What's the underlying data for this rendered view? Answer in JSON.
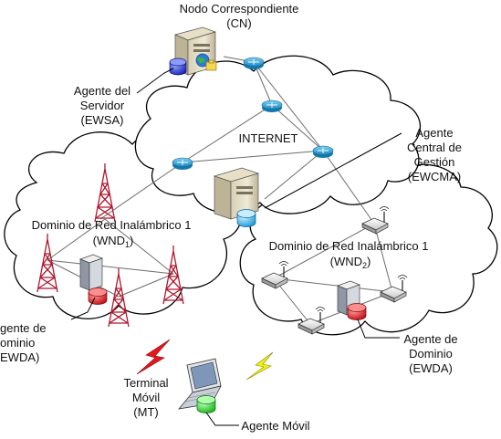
{
  "clouds": {
    "internet_label": "INTERNET"
  },
  "correspondent_node": {
    "title": "Nodo Correspondiente",
    "abbr": "(CN)"
  },
  "server_agent": {
    "line1": "Agente del",
    "line2": "Servidor",
    "line3": "(EWSA)"
  },
  "central_agent": {
    "line1": "Agente",
    "line2": "Central de",
    "line3": "Gestión",
    "line4": "(EWCMA)"
  },
  "domain1": {
    "title": "Dominio de Red Inalámbrico 1",
    "abbr_prefix": "(WND",
    "abbr_sub": "1",
    "abbr_suffix": ")"
  },
  "domain2": {
    "title": "Dominio de Red Inalámbrico 1",
    "abbr_prefix": "(WND",
    "abbr_sub": "2",
    "abbr_suffix": ")"
  },
  "domain_agent_left": {
    "line1": "gente de",
    "line2": "ominio",
    "line3": "EWDA)"
  },
  "domain_agent_right": {
    "line1": "Agente de",
    "line2": "Dominio",
    "line3": "(EWDA)"
  },
  "terminal": {
    "line1": "Terminal",
    "line2": "Móvil",
    "line3": "(MT)"
  },
  "mobile_agent": {
    "line1": "Agente Móvil"
  },
  "colors": {
    "tower": "#b0172d",
    "router": "#1f9bd4",
    "agent_blue": "#2f3fd6",
    "agent_red": "#e2151b",
    "agent_green": "#27d62a",
    "agent_cyan": "#39b9f0",
    "bolt_red": "#e5161c",
    "bolt_yellow": "#f2f20f"
  }
}
